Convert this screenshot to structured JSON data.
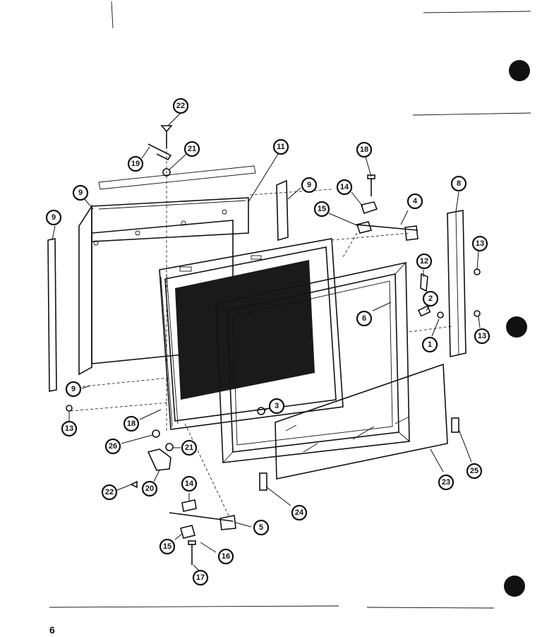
{
  "page": {
    "number": "6"
  },
  "callouts": [
    {
      "id": "c22a",
      "label": "22"
    },
    {
      "id": "c19a",
      "label": "19"
    },
    {
      "id": "c21a",
      "label": "21"
    },
    {
      "id": "c11",
      "label": "11"
    },
    {
      "id": "c9a",
      "label": "9"
    },
    {
      "id": "c9b",
      "label": "9"
    },
    {
      "id": "c9c",
      "label": "9"
    },
    {
      "id": "c18a",
      "label": "18"
    },
    {
      "id": "c14a",
      "label": "14"
    },
    {
      "id": "c15a",
      "label": "15"
    },
    {
      "id": "c4",
      "label": "4"
    },
    {
      "id": "c8",
      "label": "8"
    },
    {
      "id": "c13a",
      "label": "13"
    },
    {
      "id": "c12",
      "label": "12"
    },
    {
      "id": "c2",
      "label": "2"
    },
    {
      "id": "c6",
      "label": "6"
    },
    {
      "id": "c1",
      "label": "1"
    },
    {
      "id": "c13b",
      "label": "13"
    },
    {
      "id": "c9d",
      "label": "9"
    },
    {
      "id": "c13c",
      "label": "13"
    },
    {
      "id": "c18b",
      "label": "18"
    },
    {
      "id": "c3",
      "label": "3"
    },
    {
      "id": "c26",
      "label": "26"
    },
    {
      "id": "c21b",
      "label": "21"
    },
    {
      "id": "c22b",
      "label": "22"
    },
    {
      "id": "c20",
      "label": "20"
    },
    {
      "id": "c14b",
      "label": "14"
    },
    {
      "id": "c5",
      "label": "5"
    },
    {
      "id": "c15b",
      "label": "15"
    },
    {
      "id": "c16",
      "label": "16"
    },
    {
      "id": "c17",
      "label": "17"
    },
    {
      "id": "c24",
      "label": "24"
    },
    {
      "id": "c23",
      "label": "23"
    },
    {
      "id": "c25",
      "label": "25"
    }
  ],
  "colors": {
    "ink": "#111111",
    "paper": "#ffffff",
    "screen": "#1a1a1a"
  }
}
